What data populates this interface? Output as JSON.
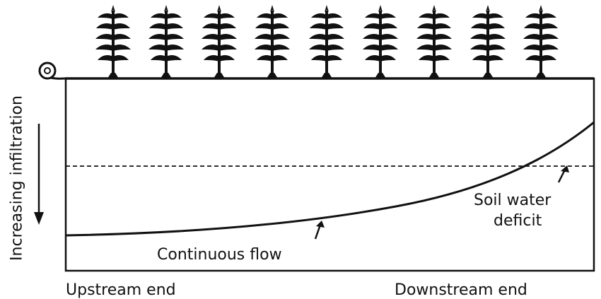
{
  "diagram": {
    "y_axis_label": "Increasing infiltration",
    "x_left_label": "Upstream end",
    "x_right_label": "Downstream end",
    "curve_label": "Continuous flow",
    "deficit_label_line1": "Soil water",
    "deficit_label_line2": "deficit"
  },
  "colors": {
    "ink": "#111111",
    "background": "#ffffff"
  }
}
